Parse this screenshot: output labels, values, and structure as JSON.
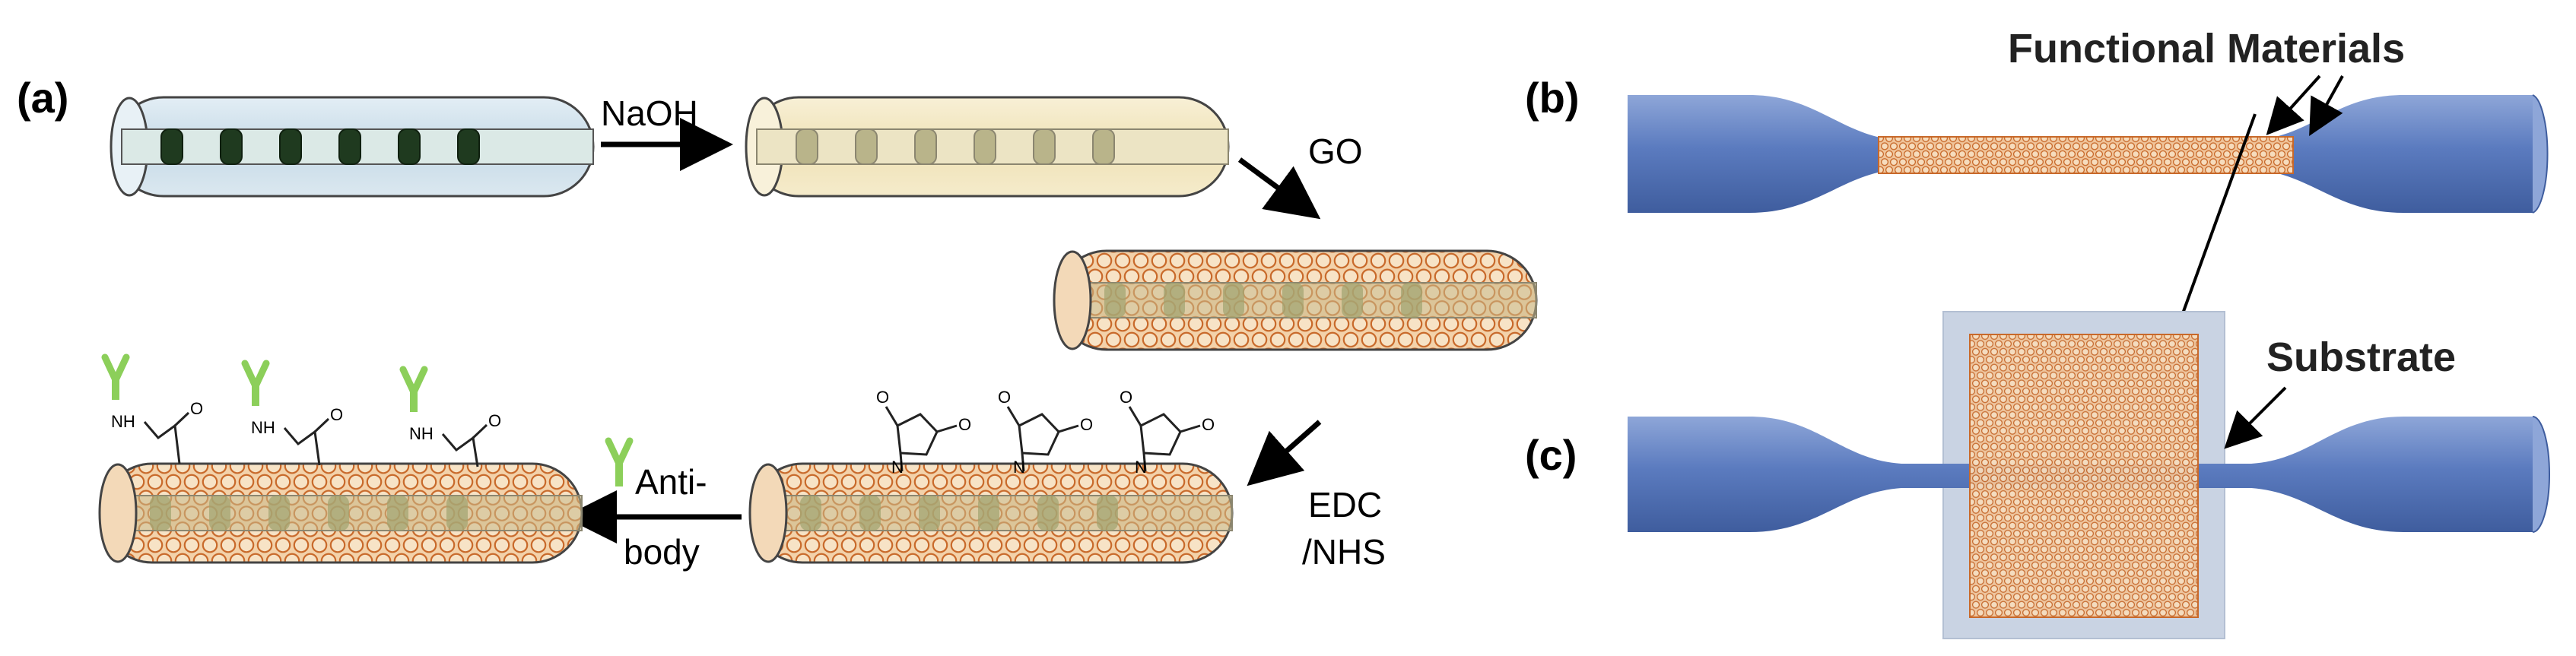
{
  "panels": {
    "a": "(a)",
    "b": "(b)",
    "c": "(c)"
  },
  "steps": {
    "naoh": "NaOH",
    "go": "GO",
    "edc_line1": "EDC",
    "edc_line2": "/NHS",
    "antibody_line1": "Anti-",
    "antibody_line2": "body"
  },
  "chem": {
    "nh": "NH",
    "o": "O",
    "n": "N"
  },
  "labels": {
    "functional_materials": "Functional Materials",
    "substrate": "Substrate"
  },
  "colors": {
    "tube_blue": "#cfe0ea",
    "tube_yellow": "#f6ecc8",
    "grating_dark": "#1f3a1f",
    "graphene": "#c8692a",
    "graphene_fill": "#f3d2aa",
    "antibody": "#8ccf5a",
    "fiber": "#5b7bbf",
    "substrate": "#c9d3e3"
  }
}
